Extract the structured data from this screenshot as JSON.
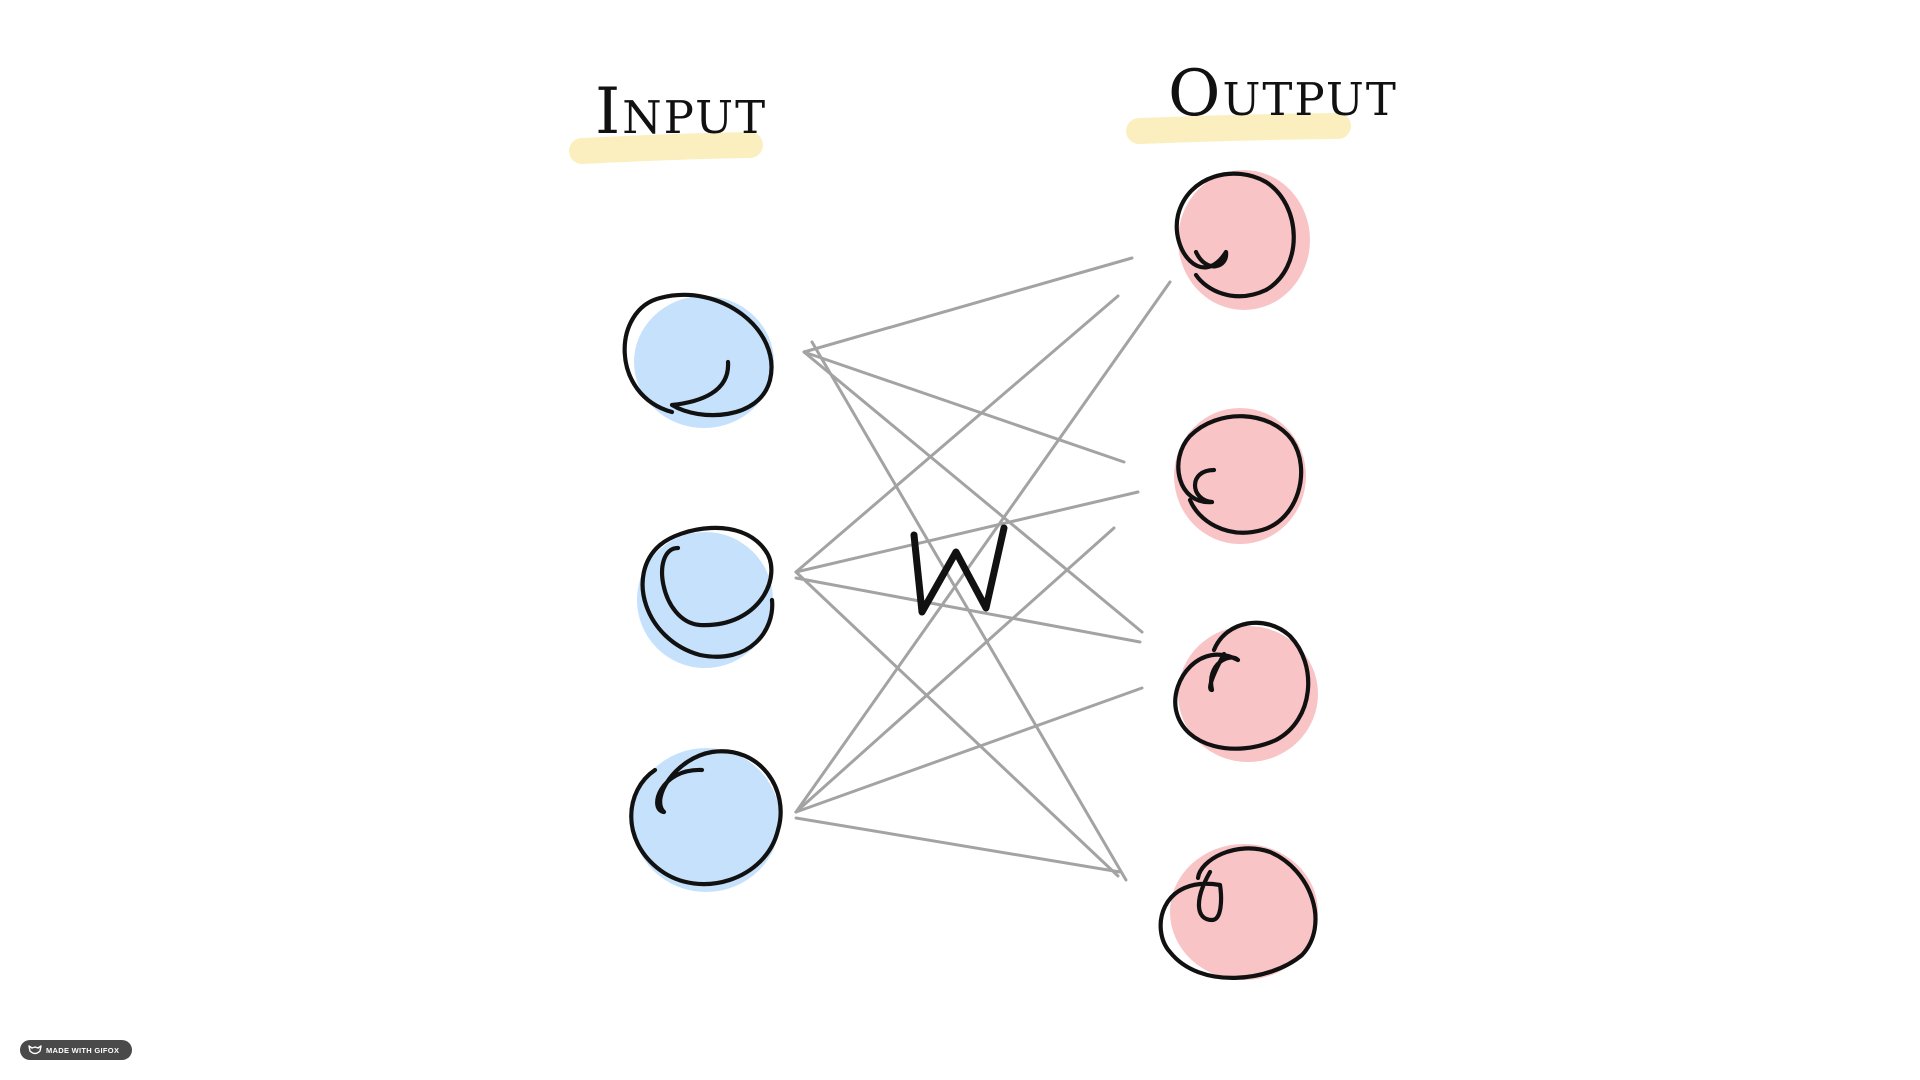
{
  "labels": {
    "input": "Input",
    "output": "Output",
    "weights": "W"
  },
  "layers": {
    "input_nodes": 3,
    "output_nodes": 4
  },
  "colors": {
    "input_node": "#c5e1fb",
    "output_node": "#f9c4c6",
    "edge": "#a3a3a3",
    "highlight": "#fbefbf",
    "ink": "#111111"
  },
  "badge": {
    "text": "MADE WITH GIFOX",
    "icon": "gifox-fox-icon"
  }
}
